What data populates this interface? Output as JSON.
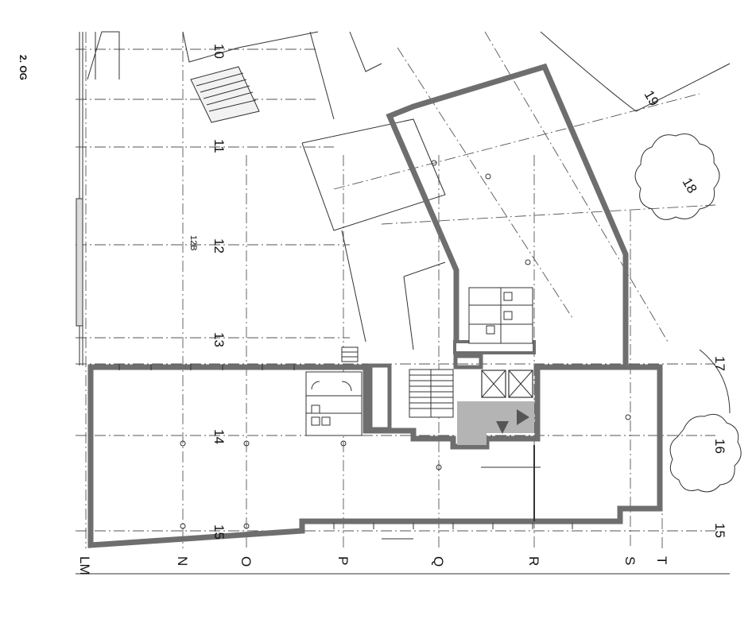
{
  "floor_title": "2. OG",
  "grid_labels": {
    "letters": [
      "LM",
      "N",
      "O",
      "P",
      "Q",
      "R",
      "S",
      "T"
    ],
    "numbers": [
      "10",
      "11",
      "12",
      "13",
      "14",
      "15",
      "16",
      "17",
      "18",
      "19",
      "15",
      "12B"
    ]
  }
}
